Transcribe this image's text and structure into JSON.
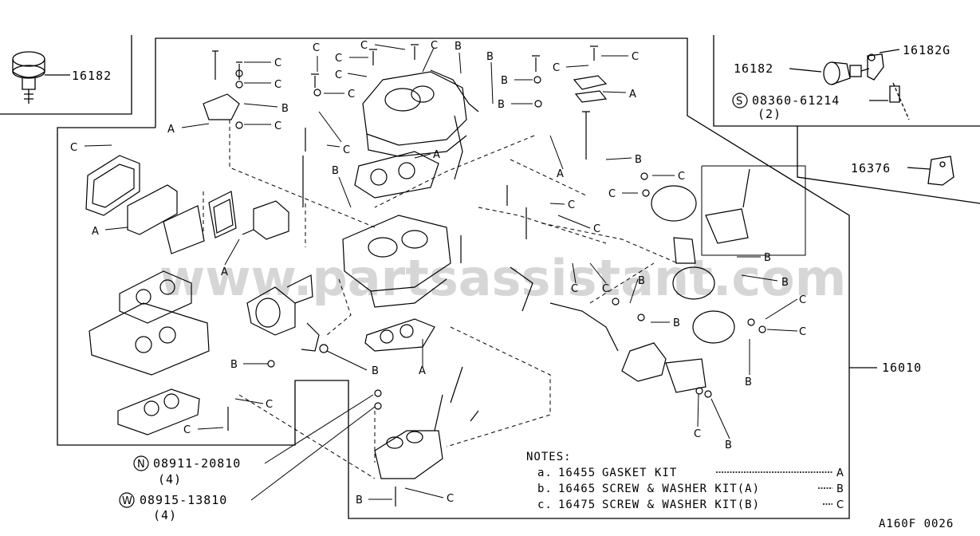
{
  "part_numbers": {
    "top_left_part": "16182",
    "top_right_main": "16182",
    "top_right_g": "16182G",
    "bolt_symbol": "S",
    "bolt_number": "08360-61214",
    "bolt_qty": "(2)",
    "bracket": "16376",
    "assembly": "16010",
    "nut_symbol": "N",
    "nut_number": "08911-20810",
    "nut_qty": "(4)",
    "washer_symbol": "W",
    "washer_number": "08915-13810",
    "washer_qty": "(4)"
  },
  "notes": {
    "title": "NOTES:",
    "lines": [
      {
        "prefix": "a.",
        "part": "16455",
        "label": "GASKET KIT",
        "kit": "A"
      },
      {
        "prefix": "b.",
        "part": "16465",
        "label": "SCREW & WASHER KIT(A)",
        "kit": "B"
      },
      {
        "prefix": "c.",
        "part": "16475",
        "label": "SCREW & WASHER KIT(B)",
        "kit": "C"
      }
    ]
  },
  "callouts": {
    "a": "A",
    "b": "B",
    "c": "C"
  },
  "figure_code": "A160F 0026",
  "watermark": "www.partsassistant.com",
  "colors": {
    "line": "#000000",
    "background": "#ffffff",
    "watermark": "#d6d6d6"
  }
}
